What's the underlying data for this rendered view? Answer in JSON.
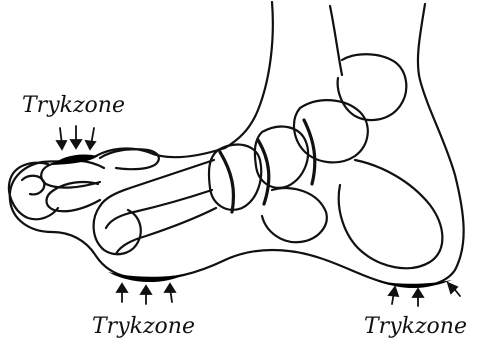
{
  "labels": {
    "toe": "Trykzone",
    "ball": "Trykzone",
    "heel": "Trykzone"
  },
  "colors": {
    "line": "#111111",
    "pressure_zone": "#000000",
    "background": "#ffffff"
  }
}
